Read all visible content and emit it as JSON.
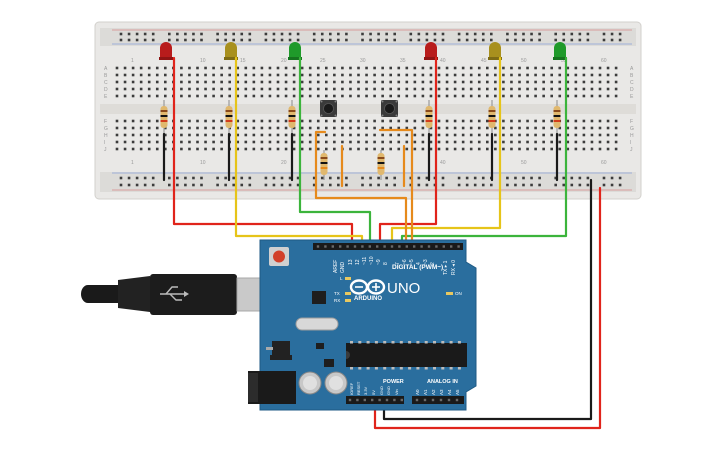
{
  "breadboard": {
    "row_letters_top": [
      "A",
      "B",
      "C",
      "D",
      "E"
    ],
    "row_letters_bottom": [
      "F",
      "G",
      "H",
      "I",
      "J"
    ],
    "column_numbers": [
      "1",
      "10",
      "15",
      "20",
      "25",
      "30",
      "35",
      "40",
      "45",
      "50",
      "55",
      "60"
    ]
  },
  "leds": [
    {
      "name": "led-red-1",
      "color": "#b81c1c"
    },
    {
      "name": "led-yellow-1",
      "color": "#a8901e"
    },
    {
      "name": "led-green-1",
      "color": "#1f9a2a"
    },
    {
      "name": "led-red-2",
      "color": "#b81c1c"
    },
    {
      "name": "led-yellow-2",
      "color": "#a8901e"
    },
    {
      "name": "led-green-2",
      "color": "#1f9a2a"
    }
  ],
  "wire_colors": {
    "red": "#e0241b",
    "yellow": "#e6c419",
    "green": "#3cb43c",
    "orange": "#e68a1c",
    "black": "#1a1a1a"
  },
  "arduino": {
    "brand": "ARDUINO",
    "model": "UNO",
    "digital_label": "DIGITAL (PWM~)",
    "power_label": "POWER",
    "analog_label": "ANALOG IN",
    "on_label": "ON",
    "tx_label": "TX",
    "rx_label": "RX",
    "l_label": "L",
    "aref": "AREF",
    "gnd": "GND",
    "tx_pin": "TX ▸ 1",
    "rx_pin": "RX ◂ 0",
    "digital_pins": [
      "13",
      "12",
      "~11",
      "~10",
      "~9",
      "8",
      "7",
      "~6",
      "~5",
      "4",
      "~3",
      "2"
    ],
    "power_pins": [
      "IOREF",
      "RESET",
      "3.3V",
      "5V",
      "GND",
      "GND",
      "Vin"
    ],
    "analog_pins": [
      "A0",
      "A1",
      "A2",
      "A3",
      "A4",
      "A5"
    ],
    "board_color": "#2a6e9e"
  }
}
